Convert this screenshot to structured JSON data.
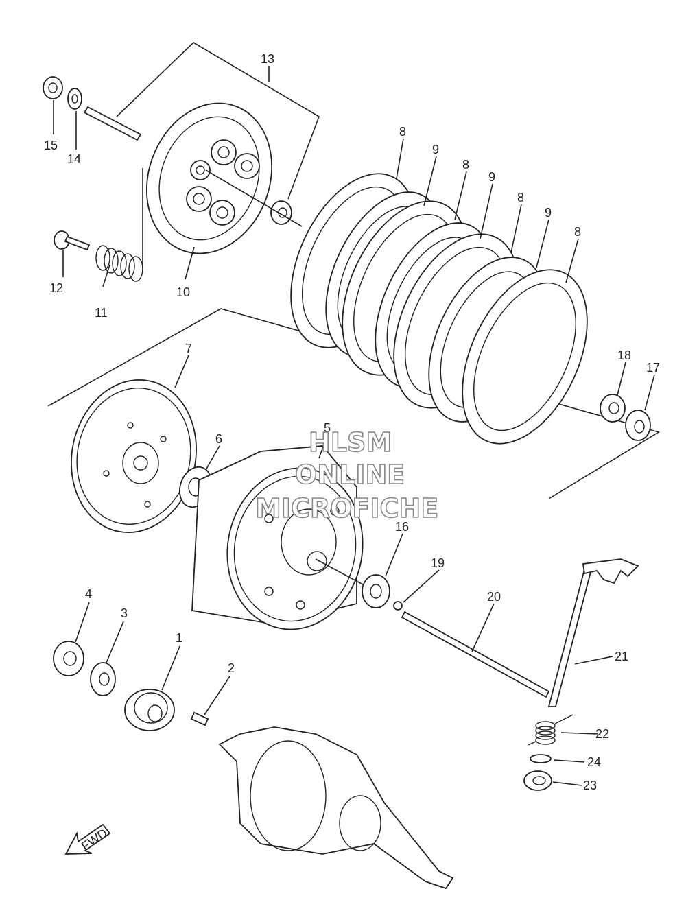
{
  "labels": {
    "p1": "1",
    "p2": "2",
    "p3": "3",
    "p4": "4",
    "p5": "5",
    "p6": "6",
    "p7": "7",
    "p8a": "8",
    "p8b": "8",
    "p8c": "8",
    "p8d": "8",
    "p9a": "9",
    "p9b": "9",
    "p9c": "9",
    "p10": "10",
    "p11": "11",
    "p12": "12",
    "p13": "13",
    "p14": "14",
    "p15": "15",
    "p16": "16",
    "p17": "17",
    "p18": "18",
    "p19": "19",
    "p20": "20",
    "p21": "21",
    "p22": "22",
    "p23": "23",
    "p24": "24"
  },
  "watermark": {
    "line1": "HLSM",
    "line2": "ONLINE",
    "line3": "MICROFICHE"
  },
  "fwd_label": "FWD"
}
